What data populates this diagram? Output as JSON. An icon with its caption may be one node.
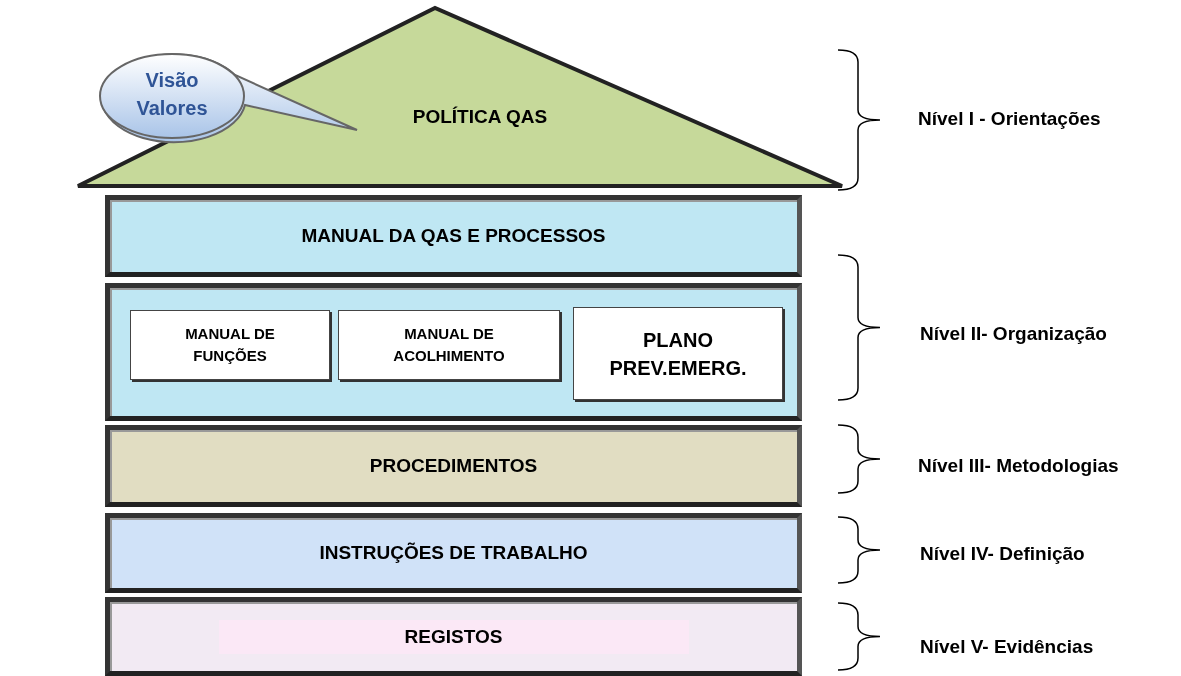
{
  "diagram": {
    "nodes": [
      {
        "text": [
          "POLÍTICA QAS"
        ]
      },
      {
        "text": [
          "Visão Valores"
        ]
      },
      {
        "text": [
          "MANUAL DA QAS E PROCESSOS"
        ]
      },
      {
        "text": [],
        "shape": "box"
      },
      {
        "text": [
          "MANUAL DE FUNÇÕES"
        ],
        "in": 3
      },
      {
        "text": [
          "MANUAL DE ACOLHIMENTO"
        ],
        "in": 3
      },
      {
        "text": [
          "PLANO PREV.EMERG."
        ],
        "in": 3
      },
      {
        "text": [
          "PROCEDIMENTOS"
        ]
      },
      {
        "text": [
          "INSTRUÇÕES DE TRABALHO"
        ]
      },
      {
        "text": [
          "REGISTOS"
        ]
      }
    ],
    "edges": [],
    "labels": [
      "Nível I - Orientações",
      "Nível II- Organização",
      "Nível III- Metodologias",
      "Nível IV- Definição",
      "Nível V- Evidências"
    ]
  }
}
